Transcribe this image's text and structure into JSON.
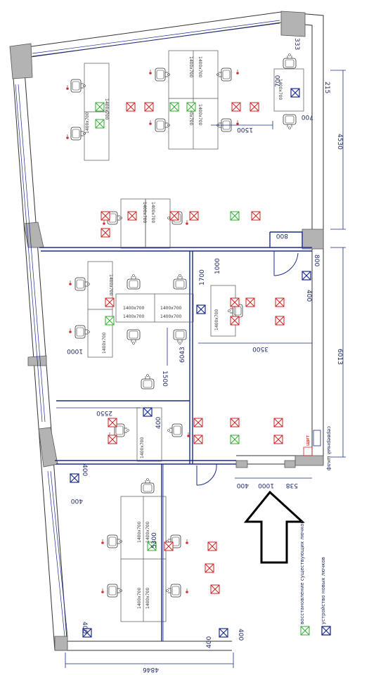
{
  "plan": {
    "dimensions": {
      "d333": "333",
      "d700a": "700",
      "d700b": "700",
      "d215": "215",
      "d1500a": "1500",
      "d4530": "4530",
      "d800a": "800",
      "d800b": "800",
      "d400a": "400",
      "d1700": "1700",
      "d1000a": "1000",
      "d3500": "3500",
      "d6043": "6043",
      "d1000b": "1000",
      "d1500b": "1500",
      "d2550": "2550",
      "d400b": "400",
      "d6013": "6013",
      "d400c": "400",
      "d400d": "400",
      "d1000c": "1000",
      "d538": "538",
      "d400e": "400",
      "d5300": "5300",
      "d400f": "400",
      "d400g": "400",
      "d400h": "400",
      "d4846": "4846"
    },
    "desk_label": "1400x700",
    "panel_label": "щит",
    "server_label": "серверный шкаф",
    "legend": {
      "restore": "восстановление существующих лючков",
      "new": "устройство новых лючков"
    },
    "colors": {
      "wall": "#b3b3b3",
      "dimension": "#1f2a66",
      "hatch_red": "#cc2222",
      "hatch_green": "#33aa33",
      "hatch_blue": "#1a2b8c"
    }
  }
}
